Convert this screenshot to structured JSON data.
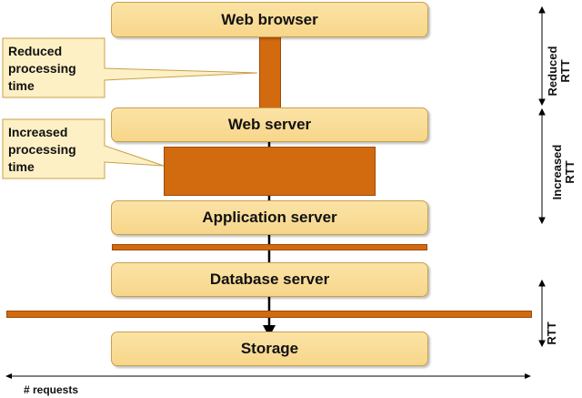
{
  "tiers": {
    "browser": "Web browser",
    "web": "Web server",
    "app": "Application server",
    "db": "Database server",
    "storage": "Storage"
  },
  "callouts": {
    "reduced": [
      "Reduced",
      "processing",
      "time"
    ],
    "increased": [
      "Increased",
      "processing",
      "time"
    ]
  },
  "rtt_labels": {
    "reduced": [
      "Reduced",
      "RTT"
    ],
    "increased": [
      "Increased",
      "RTT"
    ],
    "rtt": "RTT"
  },
  "x_axis_label": "# requests",
  "colors": {
    "tier_fill": "#f8dc95",
    "bar": "#d26a10",
    "callout_fill": "#fdf0c4"
  }
}
